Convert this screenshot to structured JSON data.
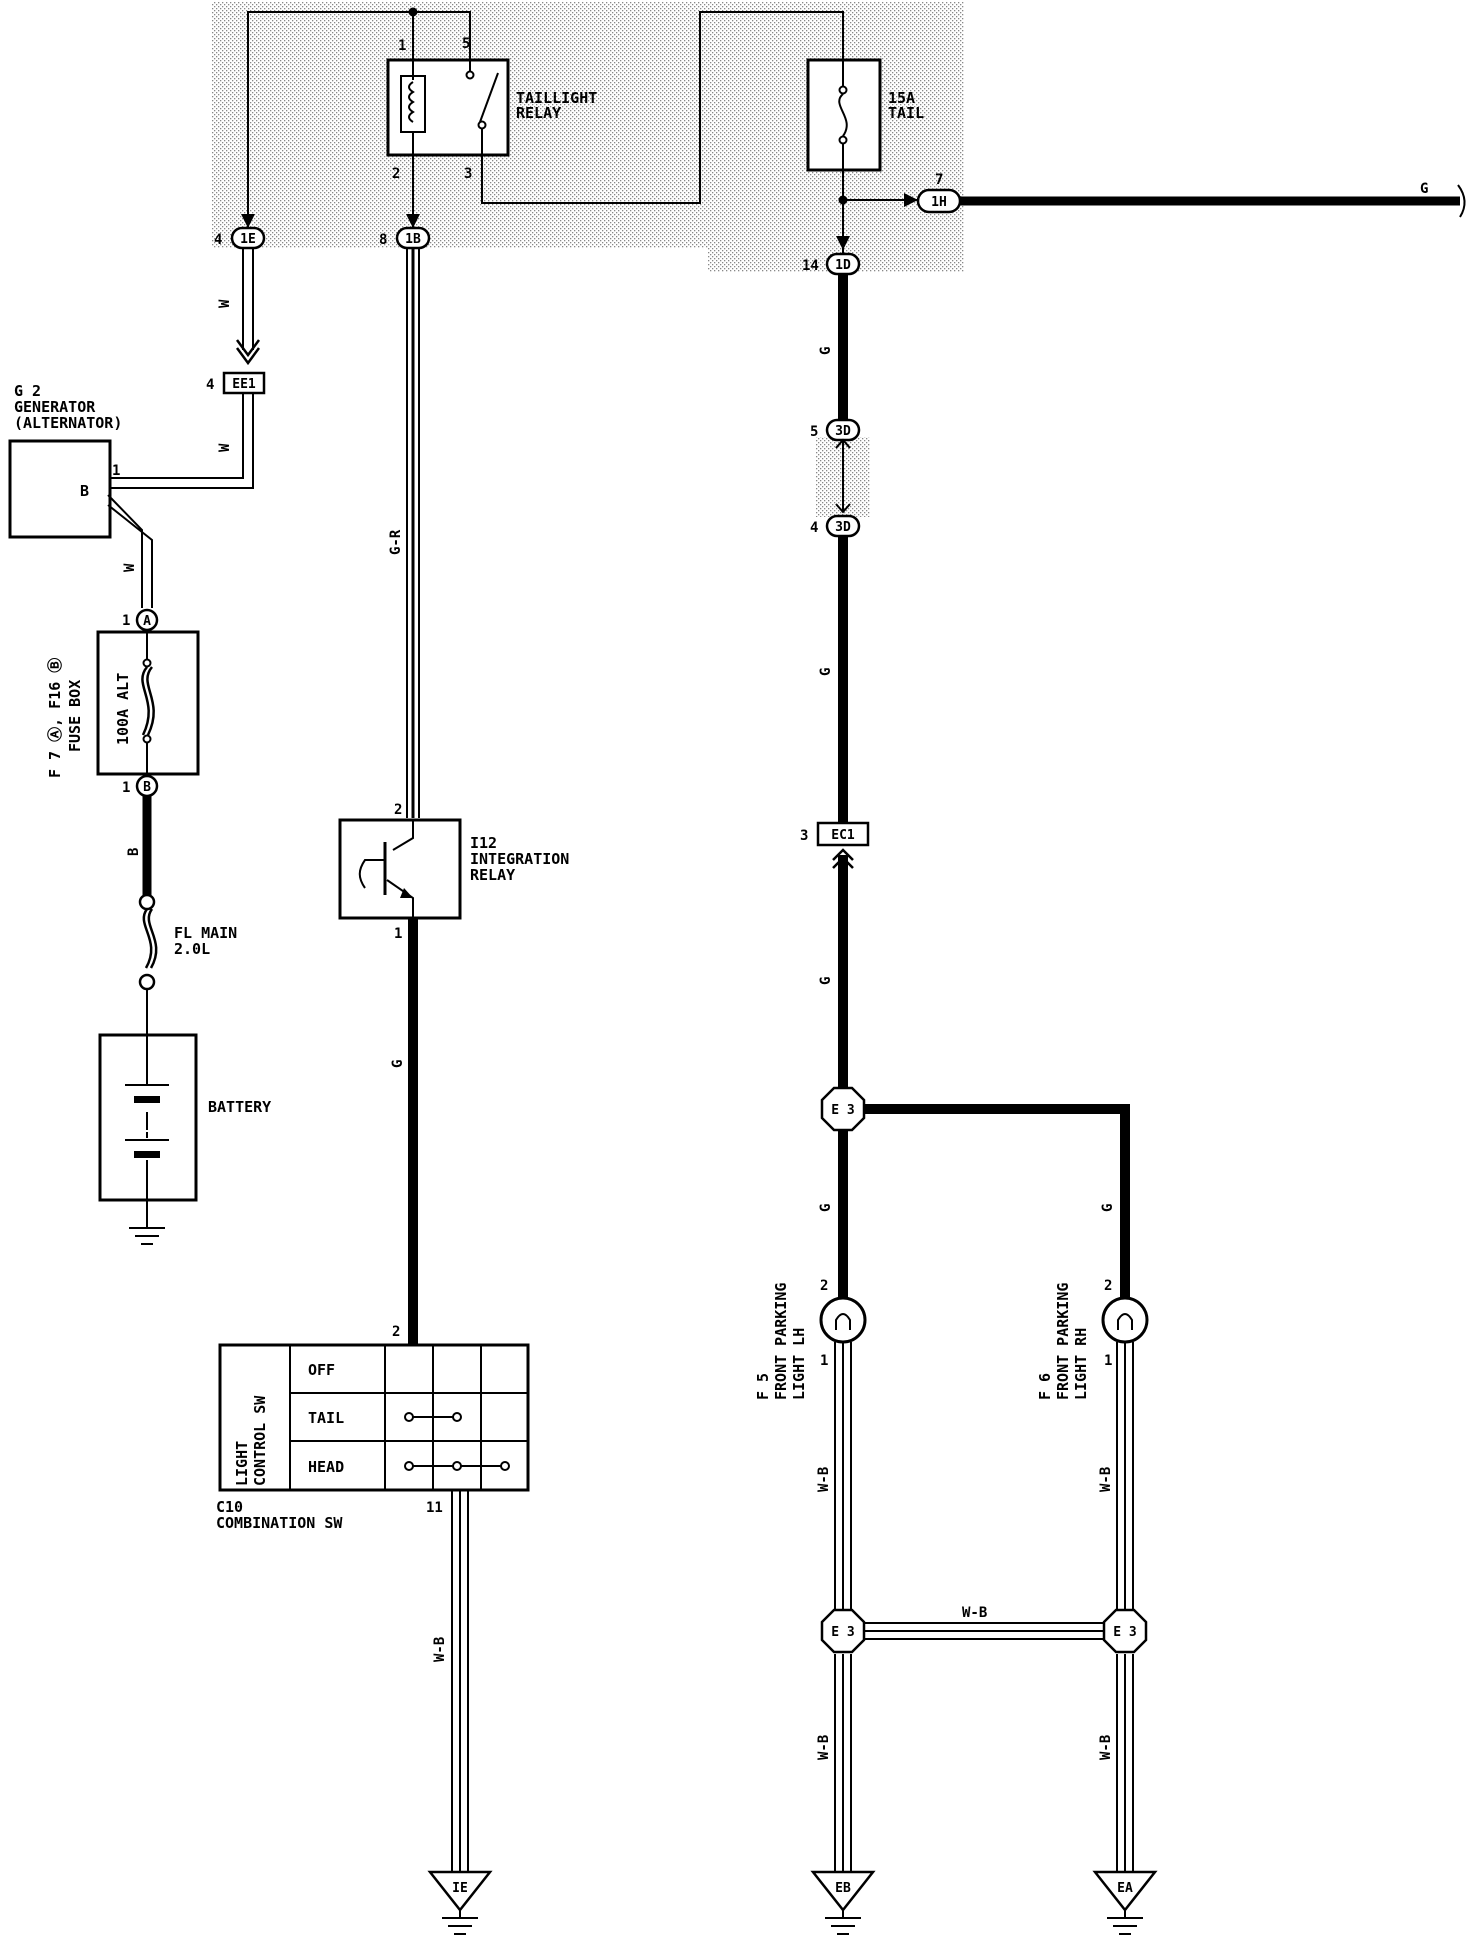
{
  "relay_box": {
    "taillight_relay": [
      "TAILLIGHT",
      "RELAY"
    ],
    "relay_pins": {
      "p1": "1",
      "p5": "5",
      "p2": "2",
      "p3": "3"
    },
    "tail_fuse": [
      "15A",
      "TAIL"
    ]
  },
  "connectors": {
    "c_1E": {
      "pin": "4",
      "id": "1E"
    },
    "c_1B": {
      "pin": "8",
      "id": "1B"
    },
    "c_1D": {
      "pin": "14",
      "id": "1D"
    },
    "c_1H": {
      "pin": "7",
      "id": "1H"
    },
    "c_EE1": {
      "pin": "4",
      "id": "EE1"
    },
    "c_3D5": {
      "pin": "5",
      "id": "3D"
    },
    "c_3D4": {
      "pin": "4",
      "id": "3D"
    },
    "c_EC1": {
      "pin": "3",
      "id": "EC1"
    }
  },
  "wires": {
    "w_1E_EE1": "W",
    "w_EE1_gen": "W",
    "w_gen_fuse": "W",
    "w_1B": "G-R",
    "w_1D": "G",
    "w_1H": "G",
    "w_3D_EC1": "G",
    "w_fuse_fl": "B",
    "w_ec1_e3": "G",
    "w_relay_sw": "G",
    "w_e3_lh": "G",
    "w_e3_rh": "G",
    "w_sw_gnd": "W-B",
    "w_lh_down": "W-B",
    "w_rh_down": "W-B",
    "w_cross": "W-B",
    "w_lh_gnd": "W-B",
    "w_rh_gnd": "W-B"
  },
  "generator": {
    "code": "G 2",
    "name": "GENERATOR",
    "name2": "(ALTERNATOR)",
    "terminal": "B",
    "pin": "1"
  },
  "fuse_box": {
    "line1": "F 7 Ⓐ, F16 Ⓑ",
    "line2": "FUSE BOX",
    "fuse": "100A ALT",
    "pin_a": "1",
    "conn_a": "A",
    "pin_b": "1",
    "conn_b": "B"
  },
  "fl_main": [
    "FL MAIN",
    "2.0L"
  ],
  "battery": "BATTERY",
  "integration_relay": {
    "pin_top": "2",
    "pin_bottom": "1",
    "lines": [
      "I12",
      "INTEGRATION",
      "RELAY"
    ]
  },
  "combination_switch": {
    "side_label": [
      "LIGHT",
      "CONTROL SW"
    ],
    "positions": [
      "OFF",
      "TAIL",
      "HEAD"
    ],
    "pin_top": "2",
    "pin_bottom": "11",
    "code": "C10",
    "name": "COMBINATION SW"
  },
  "junction": "E 3",
  "front_parking_lh": {
    "lines": [
      "F 5",
      "FRONT PARKING",
      "LIGHT LH"
    ],
    "pin_top": "2",
    "pin_bottom": "1"
  },
  "front_parking_rh": {
    "lines": [
      "F 6",
      "FRONT PARKING",
      "LIGHT RH"
    ],
    "pin_top": "2",
    "pin_bottom": "1"
  },
  "grounds": {
    "sw": "IE",
    "lh": "EB",
    "rh": "EA"
  }
}
